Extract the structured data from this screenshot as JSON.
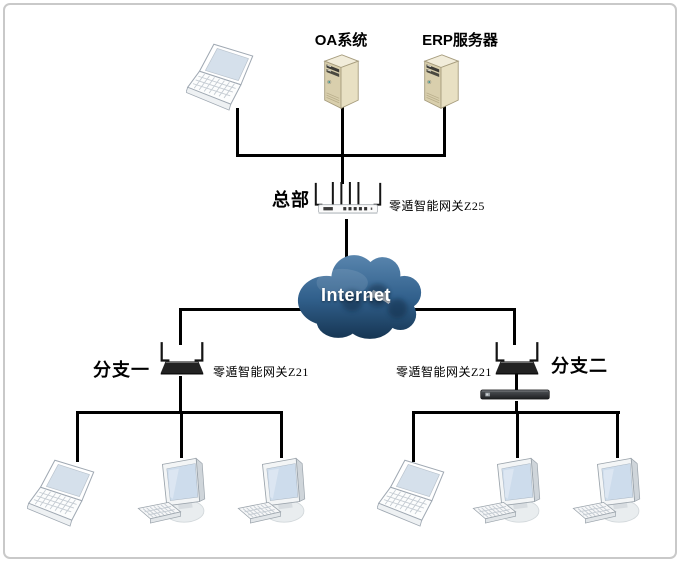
{
  "diagram": {
    "internet": {
      "label": "Internet"
    },
    "headquarters": {
      "site_label": "总部",
      "gateway_label": "零遁智能网关Z25",
      "oa_label": "OA系统",
      "erp_label": "ERP服务器"
    },
    "branch_one": {
      "site_label": "分支一",
      "gateway_label": "零遁智能网关Z21"
    },
    "branch_two": {
      "site_label": "分支二",
      "gateway_label": "零遁智能网关Z21"
    },
    "colors": {
      "wire": "#000000",
      "cloud_top": "#5e8ab2",
      "cloud_bottom": "#102c46",
      "server_body": "#d9cfad",
      "frame_border": "#c9c9c9"
    }
  }
}
